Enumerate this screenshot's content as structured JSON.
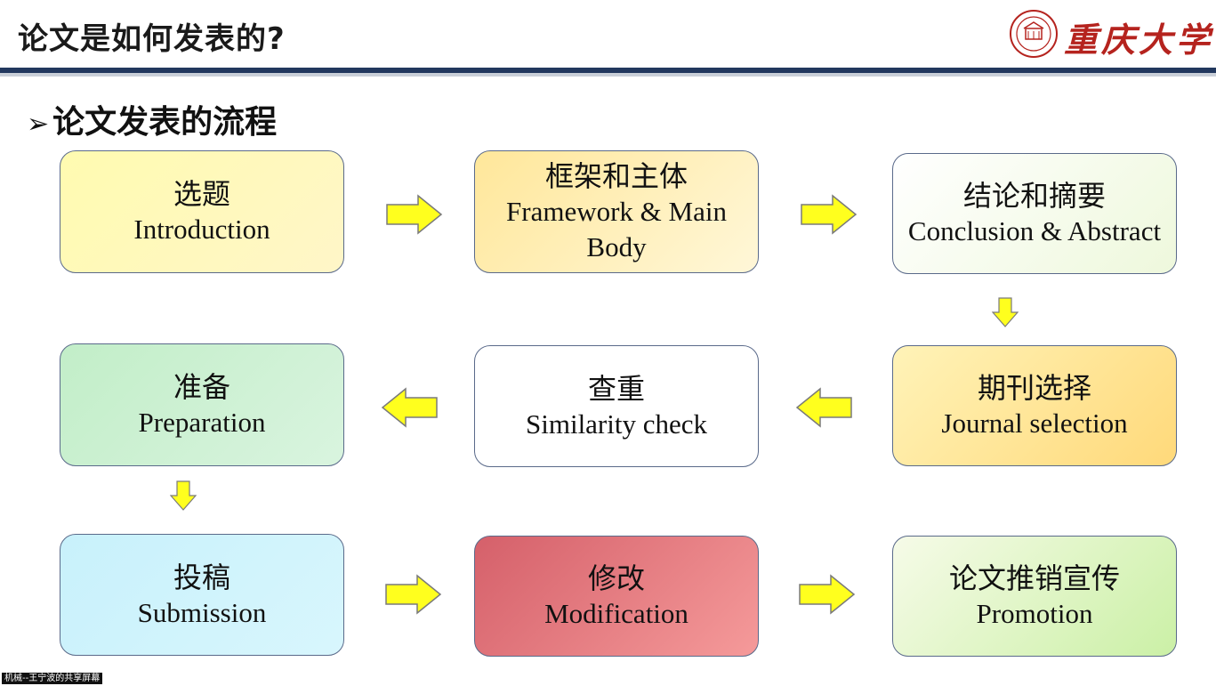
{
  "header": {
    "title": "论文是如何发表的?"
  },
  "logo": {
    "text": "重庆大学"
  },
  "section": {
    "bullet": "➢",
    "title": "论文发表的流程"
  },
  "steps": [
    {
      "zh": "选题",
      "en": "Introduction",
      "color_top": "#fffbb0",
      "color_bottom": "#fff6c8"
    },
    {
      "zh": "框架和主体",
      "en": "Framework & Main Body",
      "color_top": "#ffe79a",
      "color_bottom": "#fff7d8"
    },
    {
      "zh": "结论和摘要",
      "en": "Conclusion & Abstract",
      "color_top": "#ffffff",
      "color_bottom": "#eef8dc"
    },
    {
      "zh": "期刊选择",
      "en": "Journal selection",
      "color_top": "#fff3b8",
      "color_bottom": "#ffd97a"
    },
    {
      "zh": "查重",
      "en": "Similarity check",
      "color_top": "#ffffff",
      "color_bottom": "#ffffff"
    },
    {
      "zh": "准备",
      "en": "Preparation",
      "color_top": "#c2eec8",
      "color_bottom": "#d9f4df"
    },
    {
      "zh": "投稿",
      "en": "Submission",
      "color_top": "#c8f1fb",
      "color_bottom": "#d8f6fd"
    },
    {
      "zh": "修改",
      "en": "Modification",
      "color_top": "#d5606a",
      "color_bottom": "#f59a9a"
    },
    {
      "zh": "论文推销宣传",
      "en": "Promotion",
      "color_top": "#f6fbe8",
      "color_bottom": "#cbf0a6"
    }
  ],
  "arrow_color": "#ffff1e",
  "footer": {
    "text": "机械--王宁波的共享屏幕"
  }
}
